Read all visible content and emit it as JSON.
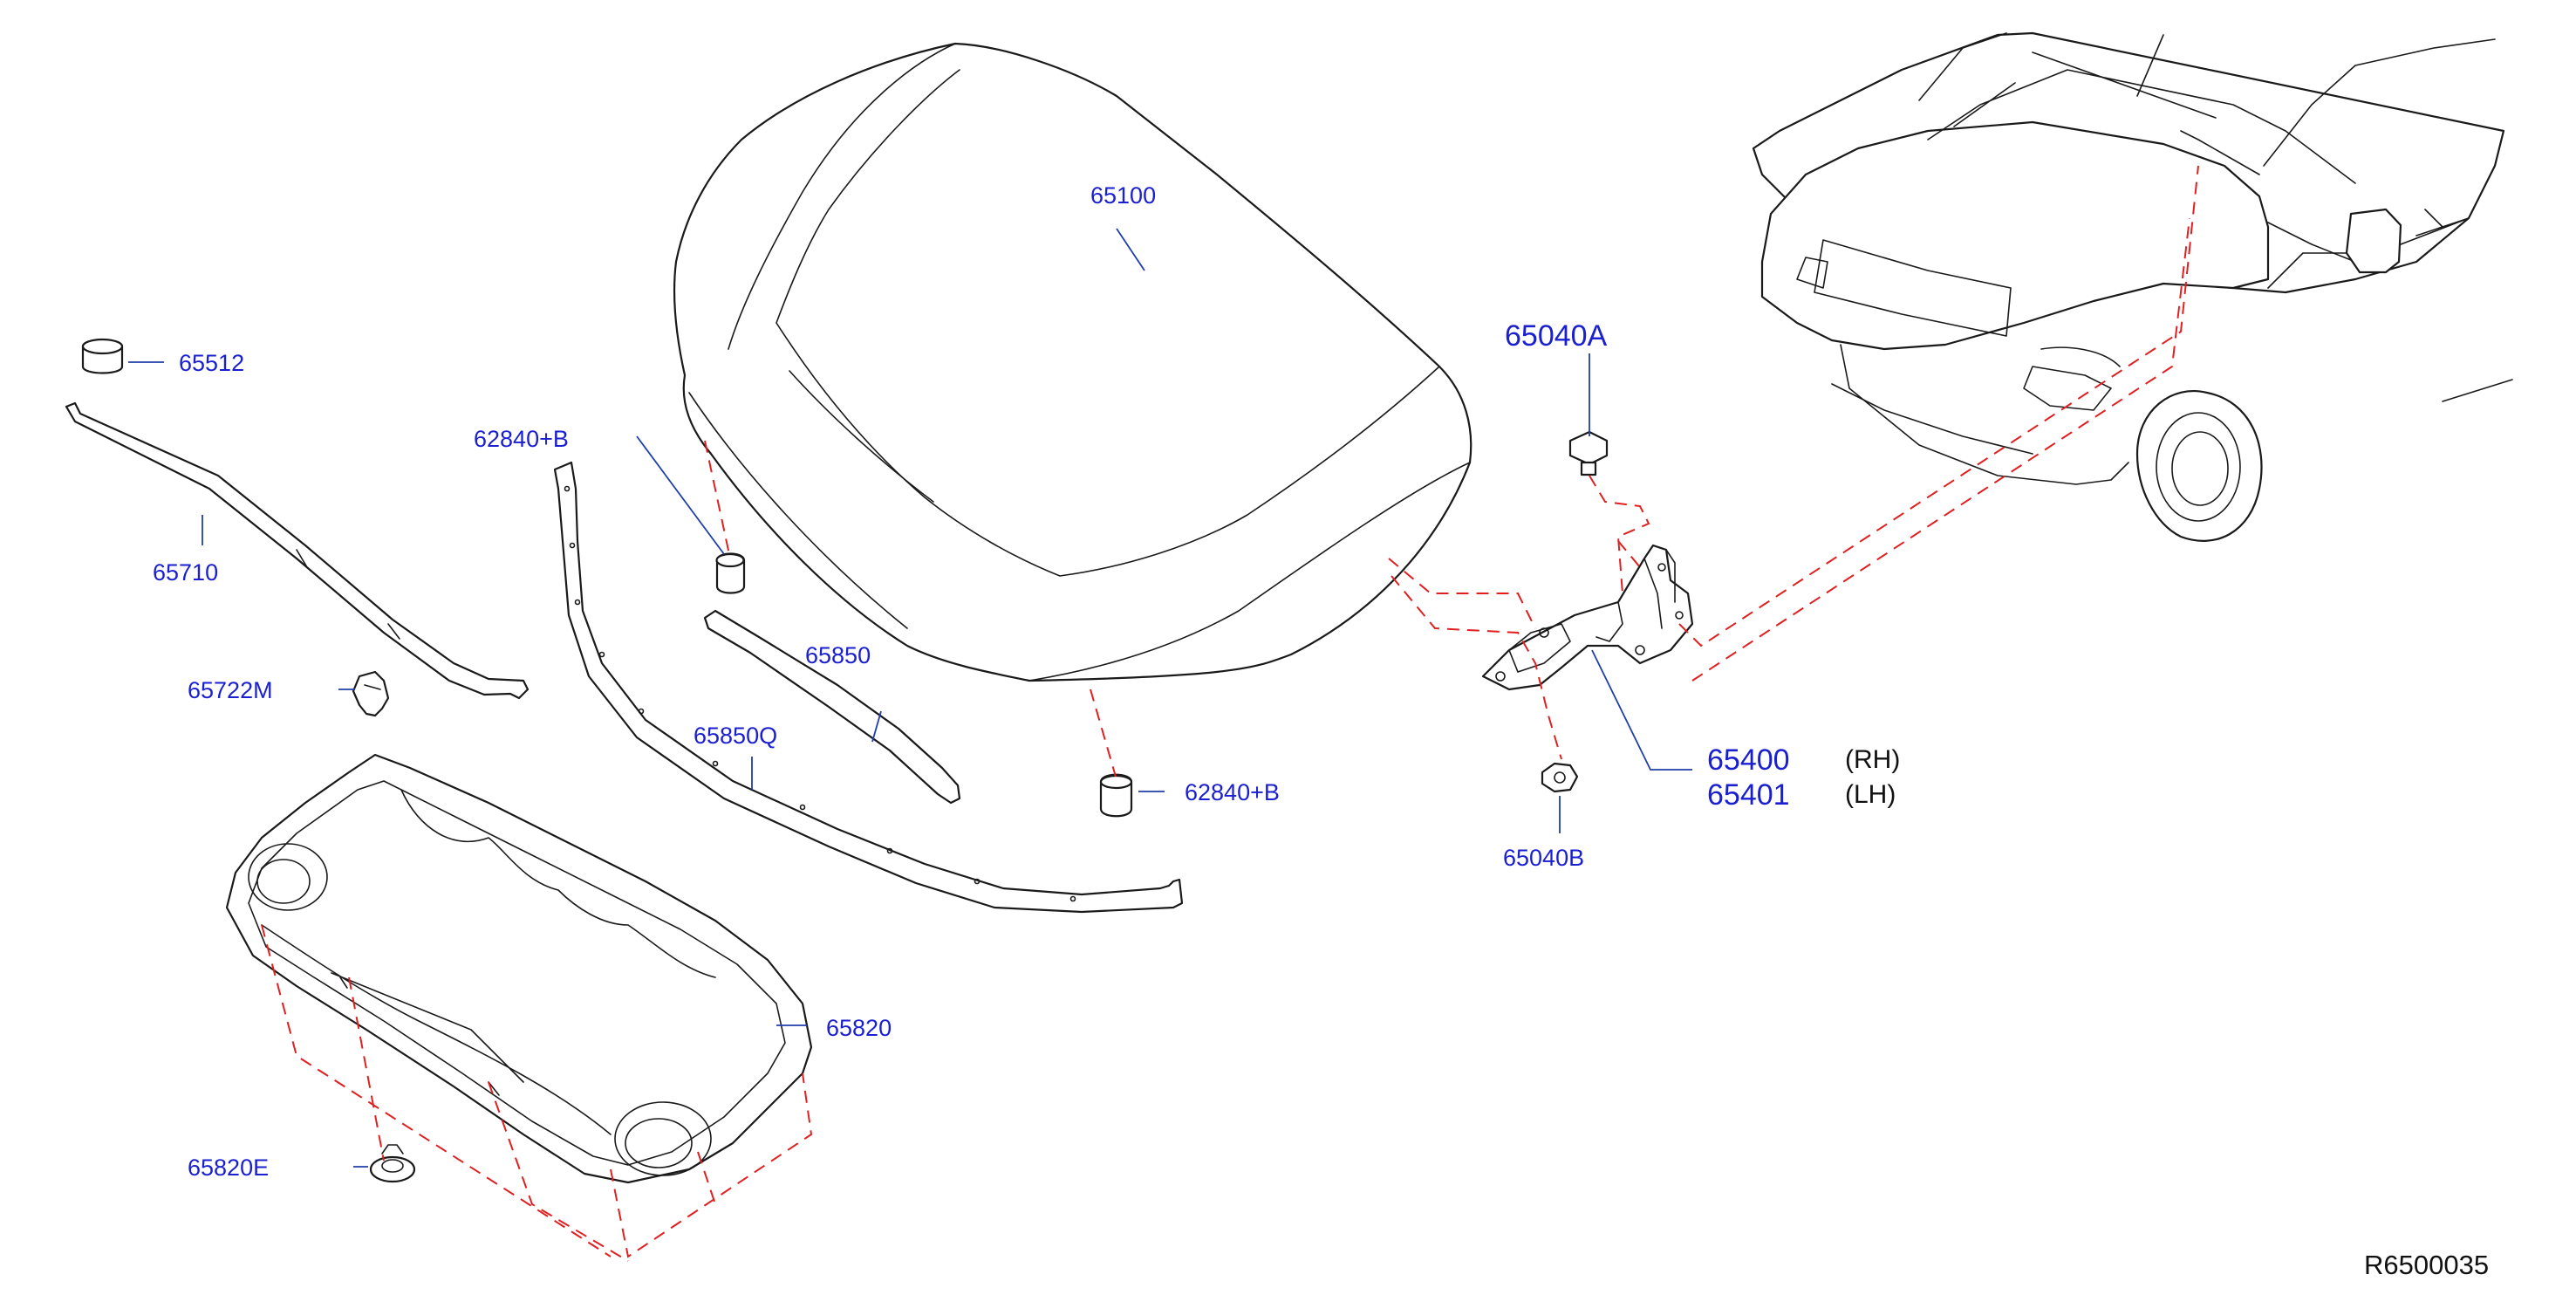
{
  "diagram": {
    "part_labels": {
      "p65100": "65100",
      "p65512": "65512",
      "p65710": "65710",
      "p62840b_top": "62840+B",
      "p62840b_bottom": "62840+B",
      "p65722m": "65722M",
      "p65850": "65850",
      "p65850q": "65850Q",
      "p65820": "65820",
      "p65820e": "65820E",
      "p65040a": "65040A",
      "p65040b": "65040B",
      "p65400": "65400",
      "p65401": "65401"
    },
    "side_labels": {
      "rh": "(RH)",
      "lh": "(LH)"
    },
    "reference_code": "R6500035",
    "colors": {
      "label": "#1a1fd0",
      "leader": "#1f3fa8",
      "phantom_line": "#e02020",
      "outline": "#1a1a1a"
    }
  }
}
